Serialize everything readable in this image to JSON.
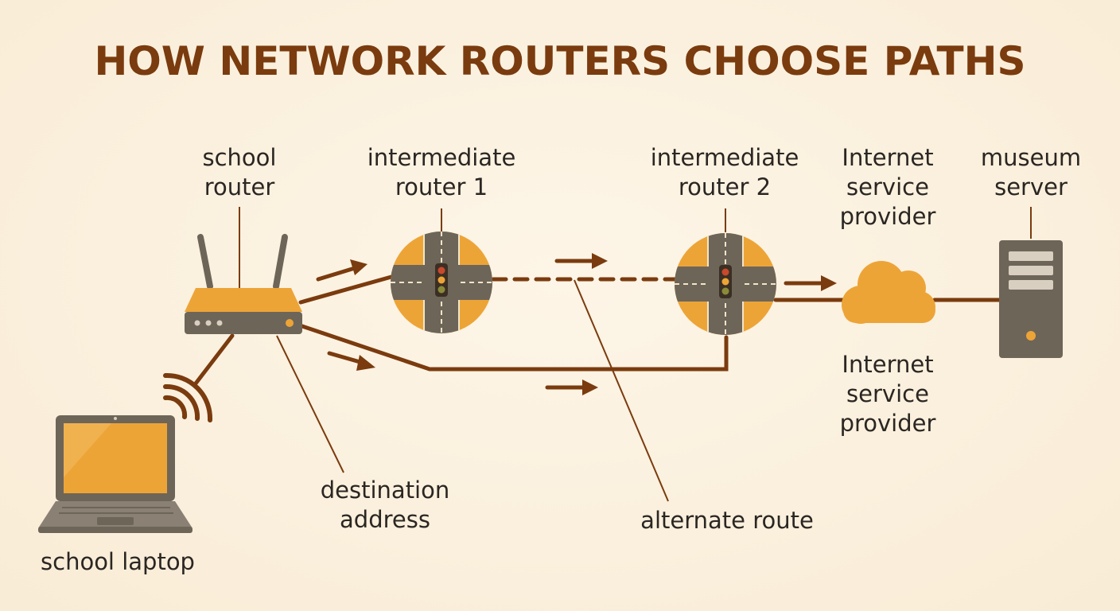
{
  "title": "HOW NETWORK ROUTERS CHOOSE PATHS",
  "labels": {
    "school_router": "school\nrouter",
    "intermediate_router_1": "intermediate\nrouter 1",
    "intermediate_router_2": "intermediate\nrouter 2",
    "isp_top": "Internet\nservice\nprovider",
    "museum_server": "museum\nserver",
    "isp_bottom": "Internet\nservice\nprovider",
    "destination_address": "destination\naddress",
    "alternate_route": "alternate route",
    "school_laptop": "school laptop"
  },
  "colors": {
    "brown": "#7a3b0e",
    "orange": "#eda437",
    "gray": "#6e6559",
    "background": "#fbf0de"
  },
  "icons": [
    "laptop-icon",
    "wifi-icon",
    "router-icon",
    "intersection-icon",
    "traffic-light-icon",
    "cloud-icon",
    "server-icon"
  ]
}
